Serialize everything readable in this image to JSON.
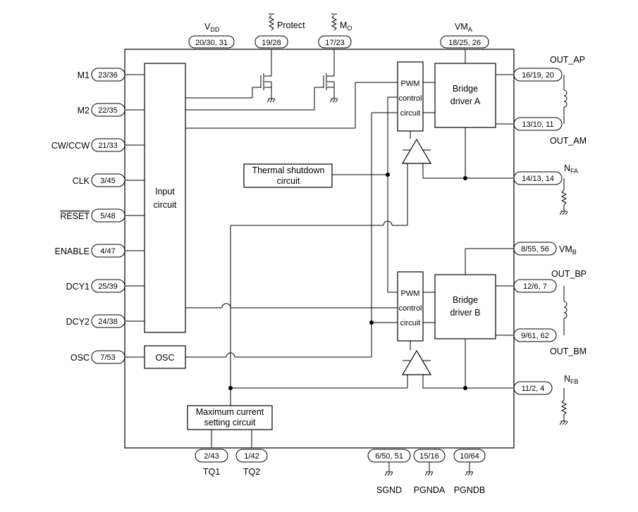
{
  "top_pins": {
    "vdd": {
      "name": "V",
      "sub": "DD",
      "pins": "20/30, 31"
    },
    "protect": {
      "name": "Protect",
      "pins": "19/28"
    },
    "mo": {
      "name": "M",
      "sub": "O",
      "pins": "17/23"
    },
    "vma": {
      "name": "VM",
      "sub": "A",
      "pins": "18/25, 26"
    }
  },
  "left_pins": [
    {
      "name": "M1",
      "pins": "23/36"
    },
    {
      "name": "M2",
      "pins": "22/35"
    },
    {
      "name": "CW/CCW",
      "pins": "21/33"
    },
    {
      "name": "CLK",
      "pins": "3/45"
    },
    {
      "name": "RESET",
      "pins": "5/48"
    },
    {
      "name": "ENABLE",
      "pins": "4/47"
    },
    {
      "name": "DCY1",
      "pins": "25/39"
    },
    {
      "name": "DCY2",
      "pins": "24/38"
    },
    {
      "name": "OSC",
      "pins": "7/53"
    }
  ],
  "right_pins": {
    "out_ap": {
      "name": "OUT_AP",
      "pins": "16/19, 20"
    },
    "out_am": {
      "name": "OUT_AM",
      "pins": "13/10, 11"
    },
    "nfa": {
      "name": "N",
      "sub": "FA",
      "pins": "14/13, 14"
    },
    "vmb": {
      "name": "VM",
      "sub": "B",
      "pins": "8/55, 56"
    },
    "out_bp": {
      "name": "OUT_BP",
      "pins": "12/6, 7"
    },
    "out_bm": {
      "name": "OUT_BM",
      "pins": "9/61, 62"
    },
    "nfb": {
      "name": "N",
      "sub": "FB",
      "pins": "11/2, 4"
    }
  },
  "bottom_pins": {
    "tq1": {
      "name": "TQ1",
      "pins": "2/43"
    },
    "tq2": {
      "name": "TQ2",
      "pins": "1/42"
    },
    "sgnd": {
      "name": "SGND",
      "pins": "6/50, 51"
    },
    "pgnda": {
      "name": "PGNDA",
      "pins": "15/16"
    },
    "pgndb": {
      "name": "PGNDB",
      "pins": "10/64"
    }
  },
  "blocks": {
    "input": {
      "line1": "Input",
      "line2": "circuit"
    },
    "thermal": {
      "line1": "Thermal shutdown",
      "line2": "circuit"
    },
    "osc": {
      "label": "OSC"
    },
    "maxcur": {
      "line1": "Maximum current",
      "line2": "setting circuit"
    },
    "pwm_a": {
      "line1": "PWM",
      "line2": "control",
      "line3": "circuit"
    },
    "pwm_b": {
      "line1": "PWM",
      "line2": "control",
      "line3": "circuit"
    },
    "bridge_a": {
      "line1": "Bridge",
      "line2": "driver A"
    },
    "bridge_b": {
      "line1": "Bridge",
      "line2": "driver B"
    }
  }
}
